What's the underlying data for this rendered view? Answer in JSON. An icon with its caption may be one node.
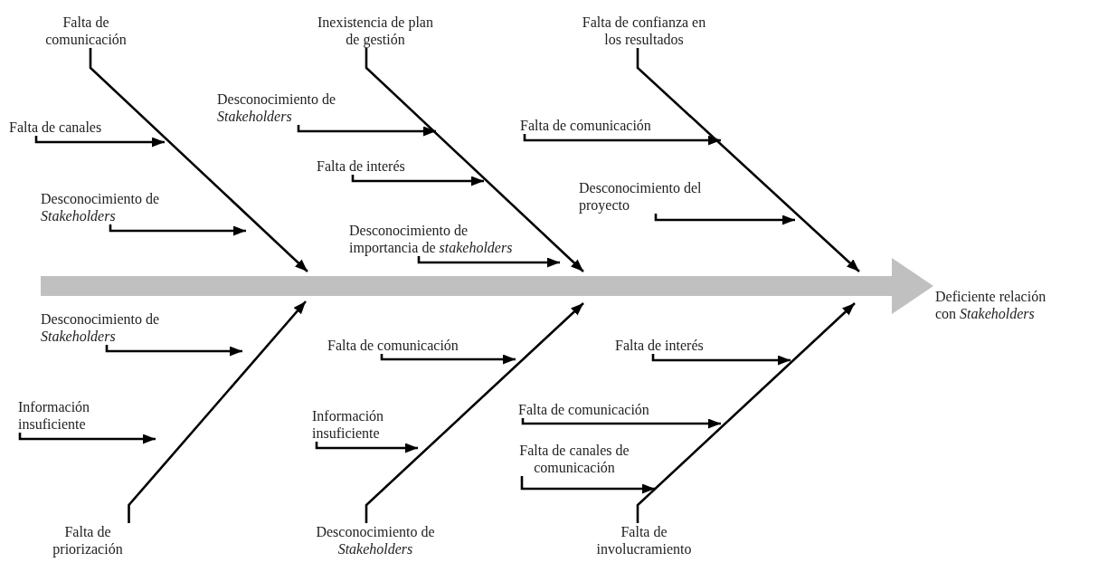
{
  "diagram": {
    "nodes": [
      {
        "text": [
          "Falta de comunicación"
        ]
      },
      {
        "text": [
          "Falta de canales"
        ]
      },
      {
        "text": [
          "Desconocimiento de *Stakeholders*"
        ]
      },
      {
        "text": [
          "Inexistencia de plan de gestión"
        ]
      },
      {
        "text": [
          "Desconocimiento de *Stakeholders*"
        ]
      },
      {
        "text": [
          "Falta de interés"
        ]
      },
      {
        "text": [
          "Desconocimiento de importancia de *stakeholders*"
        ]
      },
      {
        "text": [
          "Falta de confianza en los resultados"
        ]
      },
      {
        "text": [
          "Falta de comunicación"
        ]
      },
      {
        "text": [
          "Desconocimiento del proyecto"
        ]
      },
      {
        "text": [
          "Desconocimiento de *Stakeholders*"
        ]
      },
      {
        "text": [
          "Información insuficiente"
        ]
      },
      {
        "text": [
          "Falta de comunicación"
        ]
      },
      {
        "text": [
          "Información insuficiente"
        ]
      },
      {
        "text": [
          "Falta de interés"
        ]
      },
      {
        "text": [
          "Falta de comunicación"
        ]
      },
      {
        "text": [
          "Falta de canales de comunicación"
        ]
      },
      {
        "text": [
          "Falta de priorización"
        ]
      },
      {
        "text": [
          "Desconocimiento de *Stakeholders*"
        ]
      },
      {
        "text": [
          "Falta de involucramiento"
        ]
      },
      {
        "text": [
          "Deficiente relación con *Stakeholders*"
        ]
      }
    ],
    "edges": [
      {
        "from": null,
        "to": 20,
        "arrow": "to",
        "style": "thick",
        "color": "#c0c0c0"
      },
      {
        "from": 0,
        "to": null,
        "arrow": "to"
      },
      {
        "from": 1,
        "to": null,
        "arrow": "to"
      },
      {
        "from": 2,
        "to": null,
        "arrow": "to"
      },
      {
        "from": 3,
        "to": null,
        "arrow": "to"
      },
      {
        "from": 4,
        "to": null,
        "arrow": "to"
      },
      {
        "from": 5,
        "to": null,
        "arrow": "to"
      },
      {
        "from": 6,
        "to": null,
        "arrow": "to"
      },
      {
        "from": 7,
        "to": null,
        "arrow": "to"
      },
      {
        "from": 8,
        "to": null,
        "arrow": "to"
      },
      {
        "from": 9,
        "to": null,
        "arrow": "to"
      },
      {
        "from": 10,
        "to": null,
        "arrow": "to"
      },
      {
        "from": 11,
        "to": null,
        "arrow": "to"
      },
      {
        "from": 12,
        "to": null,
        "arrow": "to"
      },
      {
        "from": 13,
        "to": null,
        "arrow": "to"
      },
      {
        "from": 14,
        "to": null,
        "arrow": "to"
      },
      {
        "from": 15,
        "to": null,
        "arrow": "to"
      },
      {
        "from": 16,
        "to": null,
        "arrow": "to"
      },
      {
        "from": 17,
        "to": null,
        "arrow": "to"
      },
      {
        "from": 18,
        "to": null,
        "arrow": "to"
      },
      {
        "from": 19,
        "to": null,
        "arrow": "to"
      }
    ]
  }
}
